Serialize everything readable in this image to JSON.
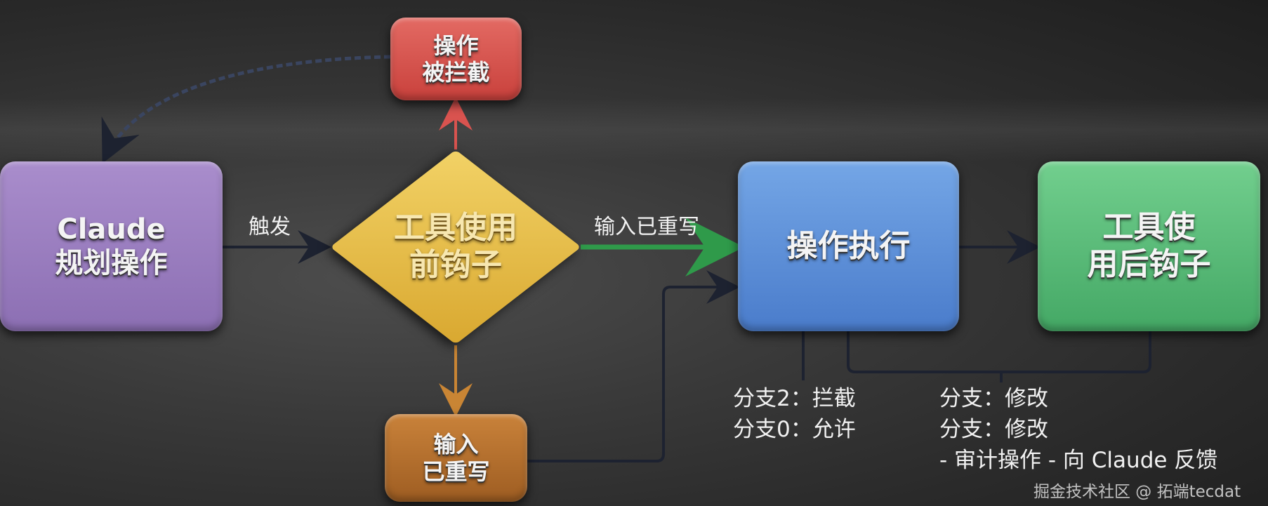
{
  "nodes": {
    "claude_plan": {
      "line1": "Claude",
      "line2": "规划操作",
      "color": "#9b7fc0"
    },
    "pre_hook": {
      "line1": "工具使用",
      "line2": "前钩子",
      "color": "#e8c14a"
    },
    "blocked": {
      "line1": "操作",
      "line2": "被拦截",
      "color": "#d9534f"
    },
    "rewritten": {
      "line1": "输入",
      "line2": "已重写",
      "color": "#b5702e"
    },
    "execute": {
      "line1": "操作执行",
      "color": "#5b8fd6"
    },
    "post_hook": {
      "line1": "工具使",
      "line2": "用后钩子",
      "color": "#5cbf7a"
    }
  },
  "edges": {
    "trigger_label": "触发",
    "rewritten_label": "输入已重写"
  },
  "notes": {
    "left": [
      "分支2：拦截",
      "分支0：允许"
    ],
    "right": [
      "分支：修改",
      "分支：修改",
      "- 审计操作 - 向 Claude 反馈"
    ]
  },
  "watermark": "掘金技术社区 @ 拓端tecdat"
}
